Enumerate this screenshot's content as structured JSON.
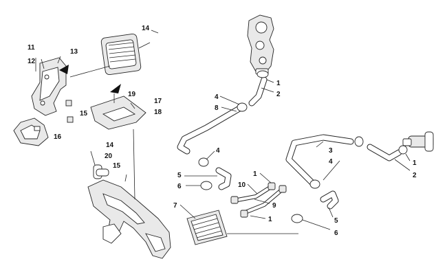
{
  "callouts": [
    {
      "id": "c14a",
      "label": "14"
    },
    {
      "id": "c11",
      "label": "11"
    },
    {
      "id": "c13",
      "label": "13"
    },
    {
      "id": "c12",
      "label": "12"
    },
    {
      "id": "c15a",
      "label": "15"
    },
    {
      "id": "c16",
      "label": "16"
    },
    {
      "id": "c19",
      "label": "19"
    },
    {
      "id": "c17",
      "label": "17"
    },
    {
      "id": "c18",
      "label": "18"
    },
    {
      "id": "c14b",
      "label": "14"
    },
    {
      "id": "c20",
      "label": "20"
    },
    {
      "id": "c15b",
      "label": "15"
    },
    {
      "id": "c1a",
      "label": "1"
    },
    {
      "id": "c2a",
      "label": "2"
    },
    {
      "id": "c4a",
      "label": "4"
    },
    {
      "id": "c8",
      "label": "8"
    },
    {
      "id": "c4b",
      "label": "4"
    },
    {
      "id": "c3",
      "label": "3"
    },
    {
      "id": "c4c",
      "label": "4"
    },
    {
      "id": "c1b",
      "label": "1"
    },
    {
      "id": "c2b",
      "label": "2"
    },
    {
      "id": "c5a",
      "label": "5"
    },
    {
      "id": "c6a",
      "label": "6"
    },
    {
      "id": "c1c",
      "label": "1"
    },
    {
      "id": "c10",
      "label": "10"
    },
    {
      "id": "c7",
      "label": "7"
    },
    {
      "id": "c9",
      "label": "9"
    },
    {
      "id": "c1d",
      "label": "1"
    },
    {
      "id": "c5b",
      "label": "5"
    },
    {
      "id": "c6b",
      "label": "6"
    }
  ]
}
